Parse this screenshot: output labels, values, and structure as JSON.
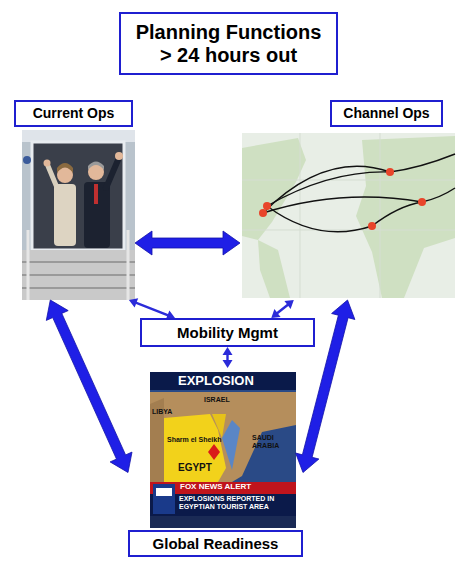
{
  "diagram": {
    "nodes": [
      {
        "text": [
          "Planning Functions > 24 hours out"
        ]
      },
      {
        "text": [
          "Current Ops"
        ]
      },
      {
        "text": [
          "Channel Ops"
        ]
      },
      {
        "text": [
          "Mobility Mgmt"
        ]
      },
      {
        "text": [
          "Global Readiness"
        ]
      }
    ],
    "edges": [
      {
        "from": 1,
        "to": 2,
        "arrow": "both"
      },
      {
        "from": 1,
        "to": 4,
        "arrow": "both"
      },
      {
        "from": 2,
        "to": 4,
        "arrow": "both"
      },
      {
        "from": 3,
        "to": 1,
        "arrow": "both"
      },
      {
        "from": 3,
        "to": 2,
        "arrow": "both"
      },
      {
        "from": 3,
        "to": 4,
        "arrow": "both"
      }
    ],
    "labels": [
      "EXPLOSION",
      "ISRAEL",
      "LIBYA",
      "Sharm el Sheikh",
      "SAUDI ARABIA",
      "EGYPT",
      "FOX NEWS ALERT",
      "EXPLOSIONS REPORTED IN EGYPTIAN TOURIST AREA"
    ]
  }
}
